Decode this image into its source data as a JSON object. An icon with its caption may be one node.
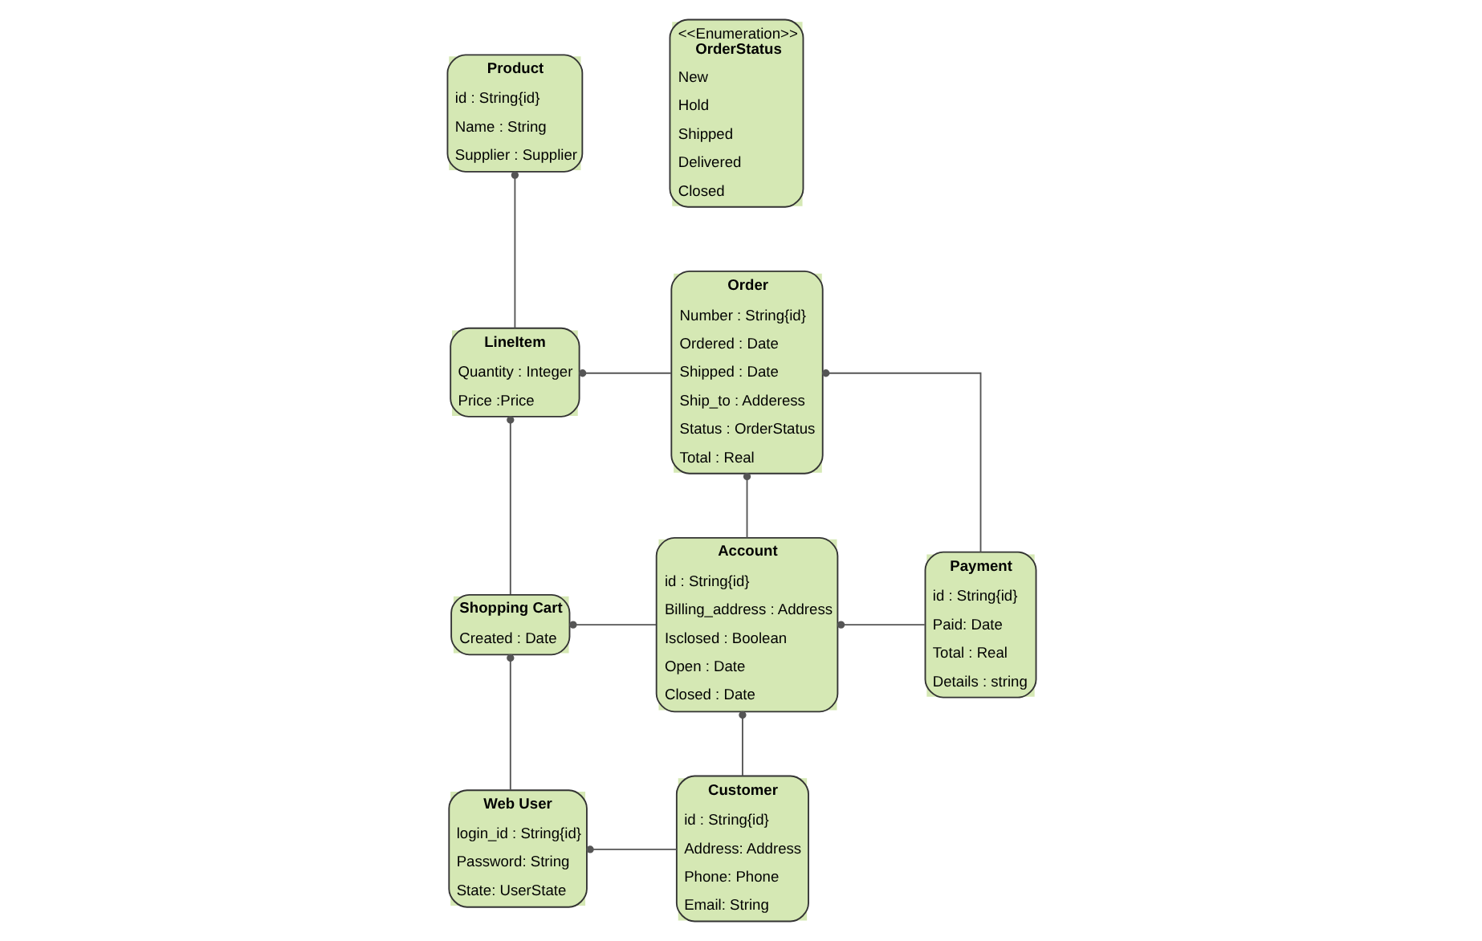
{
  "diagram": {
    "nodes": [
      {
        "text": [
          "Web User",
          "login_id : String{id}",
          "Password: String",
          "State: UserState"
        ]
      },
      {
        "text": [
          "Customer",
          "id : String{id}",
          "Address: Address",
          "Phone: Phone",
          "Email: String"
        ]
      },
      {
        "text": [
          "Shopping Cart",
          "Created : Date"
        ]
      },
      {
        "text": [
          "Account",
          "id : String{id}",
          "Billing_address : Address",
          "Isclosed : Boolean",
          "Open : Date",
          "Closed : Date"
        ]
      },
      {
        "text": [
          "Payment",
          "id : String{id}",
          "Paid: Date",
          "Total : Real",
          "Details : string"
        ]
      },
      {
        "text": [
          "LineItem",
          "Quantity : Integer",
          "Price :Price"
        ]
      },
      {
        "text": [
          "Order",
          "Number : String{id}",
          "Ordered : Date",
          "Shipped : Date",
          "Ship_to : Adderess",
          "Status : OrderStatus",
          "Total : Real"
        ]
      },
      {
        "text": [
          "Product",
          "id : String{id}",
          "Name : String",
          "Supplier : Supplier"
        ]
      },
      {
        "text": [
          "<<Enumeration>>",
          "OrderStatus",
          "New",
          "Hold",
          "Shipped",
          "Delivered",
          "Closed"
        ]
      }
    ],
    "edges": [
      {
        "from": 0,
        "to": 1,
        "arrow": "other"
      },
      {
        "from": 2,
        "to": 0,
        "arrow": "other"
      },
      {
        "from": 3,
        "to": 1,
        "arrow": "other"
      },
      {
        "from": 2,
        "to": 3,
        "arrow": "other"
      },
      {
        "from": 3,
        "to": 4,
        "arrow": "other"
      },
      {
        "from": 6,
        "to": 3,
        "arrow": "other"
      },
      {
        "from": 5,
        "to": 2,
        "arrow": "other"
      },
      {
        "from": 5,
        "to": 6,
        "arrow": "other"
      },
      {
        "from": 6,
        "to": 4,
        "arrow": "other"
      },
      {
        "from": 7,
        "to": 5,
        "arrow": "other"
      }
    ]
  }
}
